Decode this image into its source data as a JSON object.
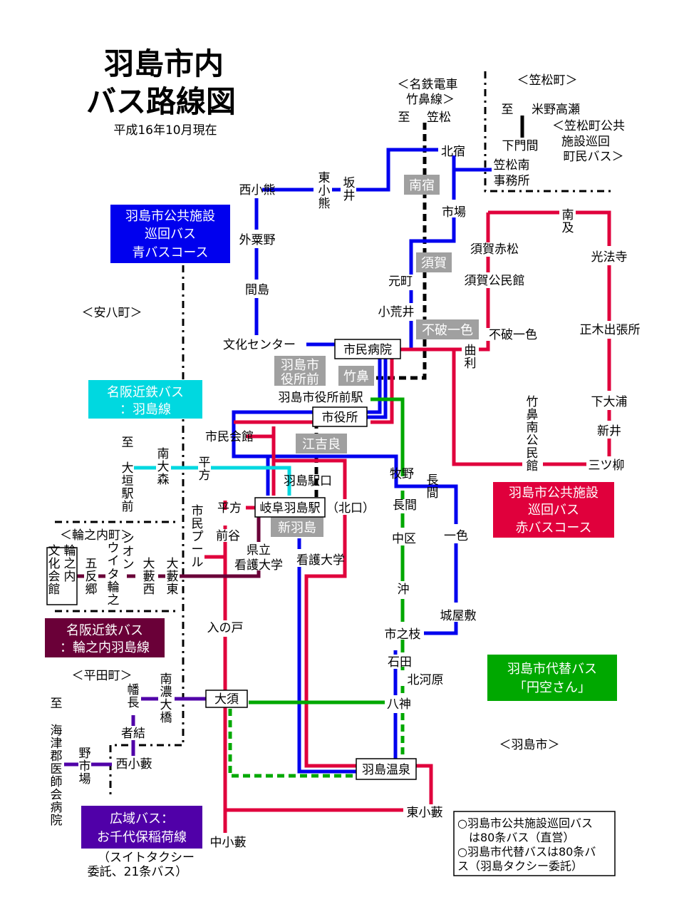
{
  "title": {
    "line1": "羽島市内",
    "line2": "バス路線図",
    "date": "平成16年10月現在"
  },
  "colors": {
    "blue_course": "#0000ee",
    "red_course": "#e0003c",
    "meihan_hashima": "#00d8e0",
    "meihan_wanouchi": "#6a0038",
    "kouiki": "#5000a8",
    "enku": "#00a800",
    "railway": "#000000",
    "station_badge": "#a0a0a0"
  },
  "regions": {
    "kasamatsu": "＜笠松町＞",
    "meitetsu_takehana": [
      "＜名鉄電車",
      "竹鼻線＞"
    ],
    "anpachi": "＜安八町＞",
    "wanouchi": "＜輪之内町＞",
    "hirata": "＜平田町＞",
    "hashima": "＜羽島市＞",
    "kasamatsu_bus": [
      "＜笠松町公共",
      "施設巡回",
      "町民バス＞"
    ]
  },
  "directions": {
    "to_kasamatsu": [
      "至",
      "笠松"
    ],
    "to_yoneno": [
      "至",
      "米野高瀬"
    ],
    "to_ogaki": [
      "至",
      "大垣駅前"
    ],
    "to_kaizu": [
      "至",
      "海津郡医師会病院"
    ]
  },
  "legend_boxes": {
    "blue": [
      "羽島市公共施設",
      "巡回バス",
      "青バスコース"
    ],
    "red": [
      "羽島市公共施設",
      "巡回バス",
      "赤バスコース"
    ],
    "meihan_hashima": [
      "名阪近鉄バス",
      "：羽島線"
    ],
    "meihan_wanouchi": [
      "名阪近鉄バス",
      "：輪之内羽島線"
    ],
    "kouiki": [
      "広域バス：",
      "お千代保稲荷線"
    ],
    "kouiki_note": [
      "（スイトタクシー",
      "委託、21条バス）"
    ],
    "enku": [
      "羽島市代替バス",
      "「円空さん」"
    ]
  },
  "railway_stations": {
    "minamijuku": "南宿",
    "suga": "須賀",
    "fuwaisshiki": "不破一色",
    "shiyakushomae": [
      "羽島市",
      "役所前"
    ],
    "takehana": "竹鼻",
    "egira": "江吉良",
    "shinhashima": "新羽島"
  },
  "hubs": {
    "shimin_byoin": "市民病院",
    "shiyakusho": "市役所",
    "gifu_hashima": "岐阜羽島駅",
    "osu": "大須",
    "hashima_onsen": "羽島温泉"
  },
  "stops": {
    "kitajuku": "北宿",
    "kasamatsu_minami": [
      "笠松南",
      "事務所"
    ],
    "shimomonma": "下門間",
    "nishikoguma": "西小熊",
    "higashikoguma": "東小熊",
    "sakai": "坂井",
    "ichiba": "市場",
    "sotoawano": "外粟野",
    "majima": "間島",
    "motomachi": "元町",
    "koarai": "小荒井",
    "bunka_center": "文化センター",
    "minamioyobi": "南及",
    "suga_akamatsu": "須賀赤松",
    "koboji": "光法寺",
    "suga_kominkan": "須賀公民館",
    "fuwaisshiki": "不破一色",
    "masaki": "正木出張所",
    "magari": "曲利",
    "shimoura": "下大浦",
    "arai": "新井",
    "mitsuyanagi": "三ツ柳",
    "takehana_minami": "竹鼻南公民館",
    "shiyakusho_ekimae": "羽島市役所前駅",
    "shimin_kaikan": "市民会館",
    "hashima_ekiguchi": "羽島駅口",
    "kitaguchi": "（北口）",
    "makino": "牧野",
    "nagama1": "長間",
    "nagama2": "長間",
    "minamiomori": "南大森",
    "hirakata1": "平方",
    "hirakata2": "平方",
    "shimin_pool": "市民プール",
    "maeya": "前谷",
    "kenritsu_kango": [
      "県立",
      "看護大学"
    ],
    "kango": "看護大学",
    "nakaku": "中区",
    "isshiki": "一色",
    "oki": "沖",
    "shiroyashiki": "城屋敷",
    "ichinoeda": "市之枝",
    "irinoto": "入の戸",
    "ishida": "石田",
    "kitagawara": "北河原",
    "yagami": "八神",
    "wanouchi_bunka": "輪之内文化会館",
    "gotanbo": "五反郷",
    "aeon": "ウインオンタ輪之内",
    "oyabu_nishi": "大藪西",
    "oyabu_higashi": "大藪東",
    "hatanaga": "幡長",
    "minamino_ohashi": "南濃大橋",
    "shaketsu": "者結",
    "noichiba": "野市場",
    "nishikoyabu": "西小藪",
    "higashikoyabu": "東小藪",
    "nakakoyabu": "中小藪"
  },
  "notes": [
    "○羽島市公共施設巡回バス",
    "　は80条バス（直営）",
    "○羽島市代替バスは80条バ",
    "ス（羽島タクシー委託）"
  ]
}
